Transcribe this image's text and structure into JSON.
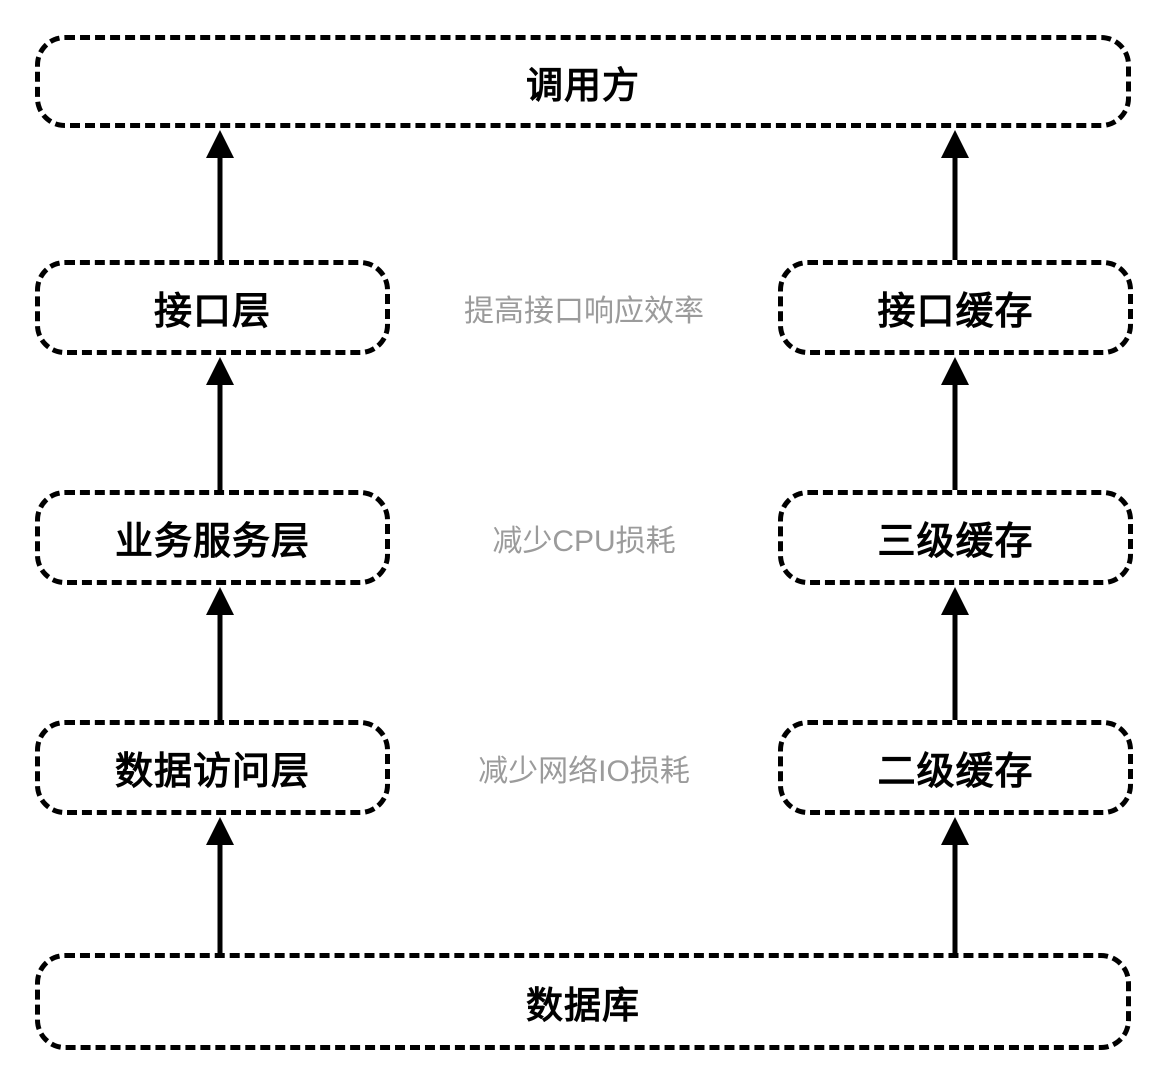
{
  "diagram": {
    "top_node": {
      "label": "调用方"
    },
    "bottom_node": {
      "label": "数据库"
    },
    "rows": [
      {
        "left": "接口层",
        "middle": "提高接口响应效率",
        "right": "接口缓存"
      },
      {
        "left": "业务服务层",
        "middle": "减少CPU损耗",
        "right": "三级缓存"
      },
      {
        "left": "数据访问层",
        "middle": "减少网络IO损耗",
        "right": "二级缓存"
      }
    ],
    "colors": {
      "border": "#000000",
      "node_text": "#000000",
      "annotation_text": "#9b9b9b",
      "background": "#ffffff"
    }
  }
}
